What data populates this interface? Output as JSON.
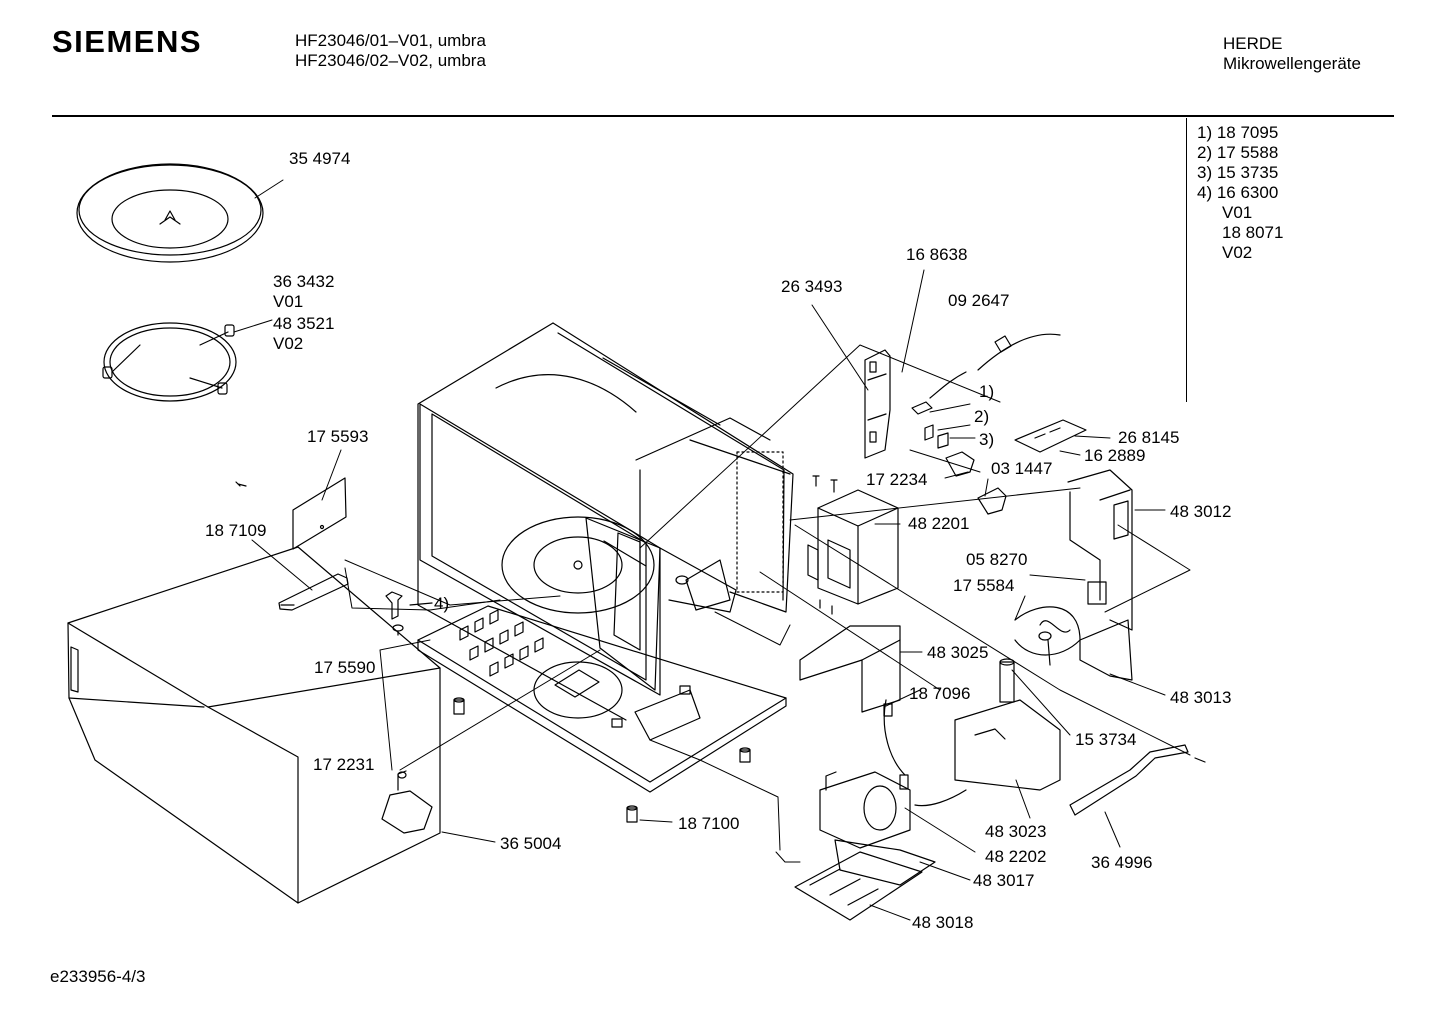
{
  "header": {
    "brand": "SIEMENS",
    "models": [
      "HF23046/01–V01, umbra",
      "HF23046/02–V02, umbra"
    ],
    "category": [
      "HERDE",
      "Mikrowellengeräte"
    ]
  },
  "notes": [
    "1) 18 7095",
    "2) 17 5588",
    "3) 15 3735",
    "4) 16 6300",
    "V01",
    "18 8071",
    "V02"
  ],
  "labels": {
    "turntable": "35 4974",
    "ring_a": "36 3432",
    "ring_a_var": "V01",
    "ring_b": "48 3521",
    "ring_b_var": "V02",
    "cover_plate": "17 5593",
    "bracket": "18 7109",
    "coupler_marker": "4)",
    "coupler": "17 5590",
    "motor": "17 2231",
    "housing": "36 5004",
    "foot": "18 7100",
    "frame": "26 3493",
    "switch_top": "16 8638",
    "power_cord": "09 2647",
    "sw1": "1)",
    "sw2": "2)",
    "sw3": "3)",
    "board": "26 8145",
    "board_sub": "16 2889",
    "holder": "03 1447",
    "screw": "17 2234",
    "transformer": "48 2201",
    "fan_housing": "48 3012",
    "fan": "05 8270",
    "fan_motor": "17 5584",
    "duct": "48 3025",
    "cable": "18 7096",
    "fan_shroud": "48 3013",
    "lamp_cable": "15 3734",
    "lamp_holder": "48 3023",
    "capacitor": "48 2202",
    "base_bracket": "48 3017",
    "base_plate": "48 3018",
    "rail": "36 4996"
  },
  "footer": "e233956-4/3"
}
